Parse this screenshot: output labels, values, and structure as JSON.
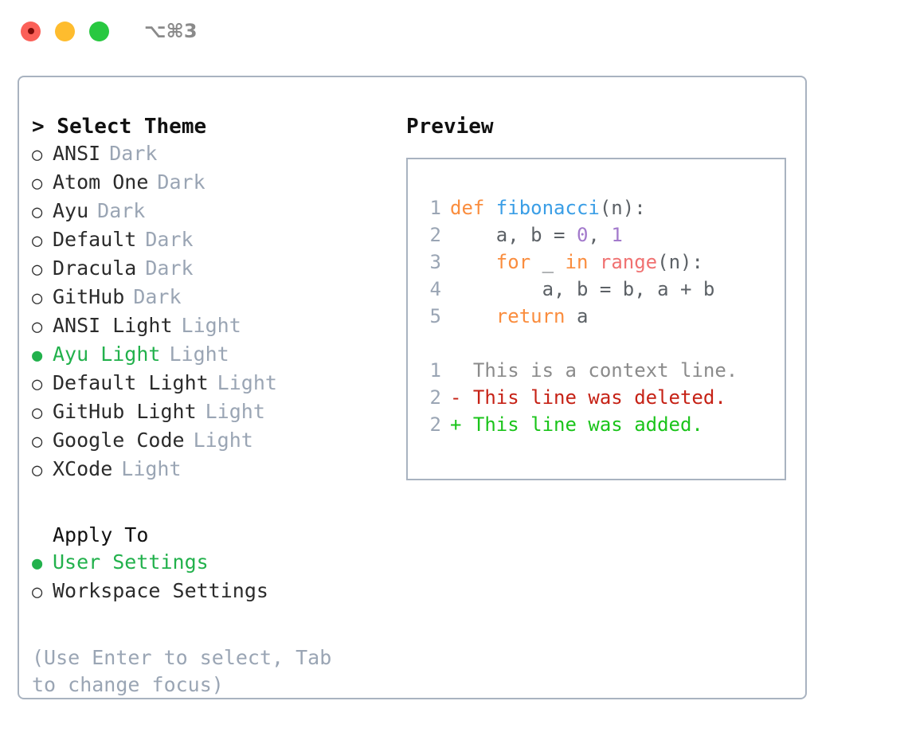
{
  "titlebar": {
    "shortcut": "⌥⌘3",
    "buttons": {
      "close": "close",
      "minimize": "minimize",
      "maximize": "maximize"
    }
  },
  "theme_selector": {
    "title": "> Select Theme",
    "marker_selected": "●",
    "marker_unselected": "○",
    "items": [
      {
        "name": "ANSI",
        "kind": "Dark",
        "selected": false
      },
      {
        "name": "Atom One",
        "kind": "Dark",
        "selected": false
      },
      {
        "name": "Ayu",
        "kind": "Dark",
        "selected": false
      },
      {
        "name": "Default",
        "kind": "Dark",
        "selected": false
      },
      {
        "name": "Dracula",
        "kind": "Dark",
        "selected": false
      },
      {
        "name": "GitHub",
        "kind": "Dark",
        "selected": false
      },
      {
        "name": "ANSI Light",
        "kind": "Light",
        "selected": false
      },
      {
        "name": "Ayu Light",
        "kind": "Light",
        "selected": true
      },
      {
        "name": "Default Light",
        "kind": "Light",
        "selected": false
      },
      {
        "name": "GitHub Light",
        "kind": "Light",
        "selected": false
      },
      {
        "name": "Google Code",
        "kind": "Light",
        "selected": false
      },
      {
        "name": "XCode",
        "kind": "Light",
        "selected": false
      }
    ]
  },
  "apply_to": {
    "title": "Apply To",
    "options": [
      {
        "label": "User Settings",
        "selected": true
      },
      {
        "label": "Workspace Settings",
        "selected": false
      }
    ]
  },
  "help_text": "(Use Enter to select, Tab to change focus)",
  "preview": {
    "title": "Preview",
    "code": [
      {
        "lnum": "1",
        "tokens": [
          {
            "t": "def ",
            "c": "kw"
          },
          {
            "t": "fibonacci",
            "c": "fn"
          },
          {
            "t": "(n):",
            "c": "pl"
          }
        ]
      },
      {
        "lnum": "2",
        "tokens": [
          {
            "t": "    a, b = ",
            "c": "pl"
          },
          {
            "t": "0",
            "c": "num"
          },
          {
            "t": ", ",
            "c": "pl"
          },
          {
            "t": "1",
            "c": "num"
          }
        ]
      },
      {
        "lnum": "3",
        "tokens": [
          {
            "t": "    ",
            "c": "pl"
          },
          {
            "t": "for",
            "c": "kw"
          },
          {
            "t": " _ ",
            "c": "pl"
          },
          {
            "t": "in",
            "c": "kw"
          },
          {
            "t": " ",
            "c": "pl"
          },
          {
            "t": "range",
            "c": "bi"
          },
          {
            "t": "(n):",
            "c": "pl"
          }
        ]
      },
      {
        "lnum": "4",
        "tokens": [
          {
            "t": "        a, b = b, a + b",
            "c": "pl"
          }
        ]
      },
      {
        "lnum": "5",
        "tokens": [
          {
            "t": "    ",
            "c": "pl"
          },
          {
            "t": "return",
            "c": "kw"
          },
          {
            "t": " a",
            "c": "pl"
          }
        ]
      }
    ],
    "diff": [
      {
        "lnum": "1",
        "text": "  This is a context line.",
        "c": "ctx"
      },
      {
        "lnum": "2",
        "text": "- This line was deleted.",
        "c": "del"
      },
      {
        "lnum": "2",
        "text": "+ This line was added.",
        "c": "add"
      }
    ]
  },
  "colors": {
    "keyword": "#fa8d3e",
    "function": "#3a9ee6",
    "number": "#a37acc",
    "builtin": "#f07171",
    "plain": "#5c6166",
    "context": "#8b8b8b",
    "deleted": "#c62216",
    "added": "#1bc41b",
    "selected_green": "#22b14c",
    "muted": "#9aa5b4",
    "border": "#a9b3c0"
  }
}
